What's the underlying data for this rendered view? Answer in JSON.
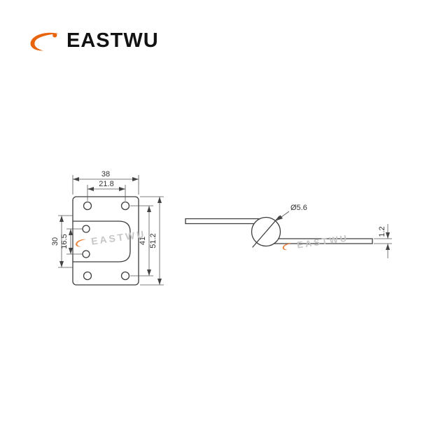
{
  "logo": {
    "text": "EASTWU"
  },
  "watermark": {
    "text": "EASTWU"
  },
  "drawing": {
    "front_view": {
      "dim_width_total": "38",
      "dim_width_holes": "21.8",
      "dim_height_slot": "30",
      "dim_height_slot_holes": "16.5",
      "dim_height_holes": "41",
      "dim_height_total": "51.2"
    },
    "side_view": {
      "dim_loop_diameter": "Ø5.6",
      "dim_thickness": "1.2"
    }
  },
  "colors": {
    "accent_orange": "#E8650D",
    "line": "#3D3D3D",
    "dim_line": "#555555",
    "watermark_gray": "#C7C7C7"
  }
}
